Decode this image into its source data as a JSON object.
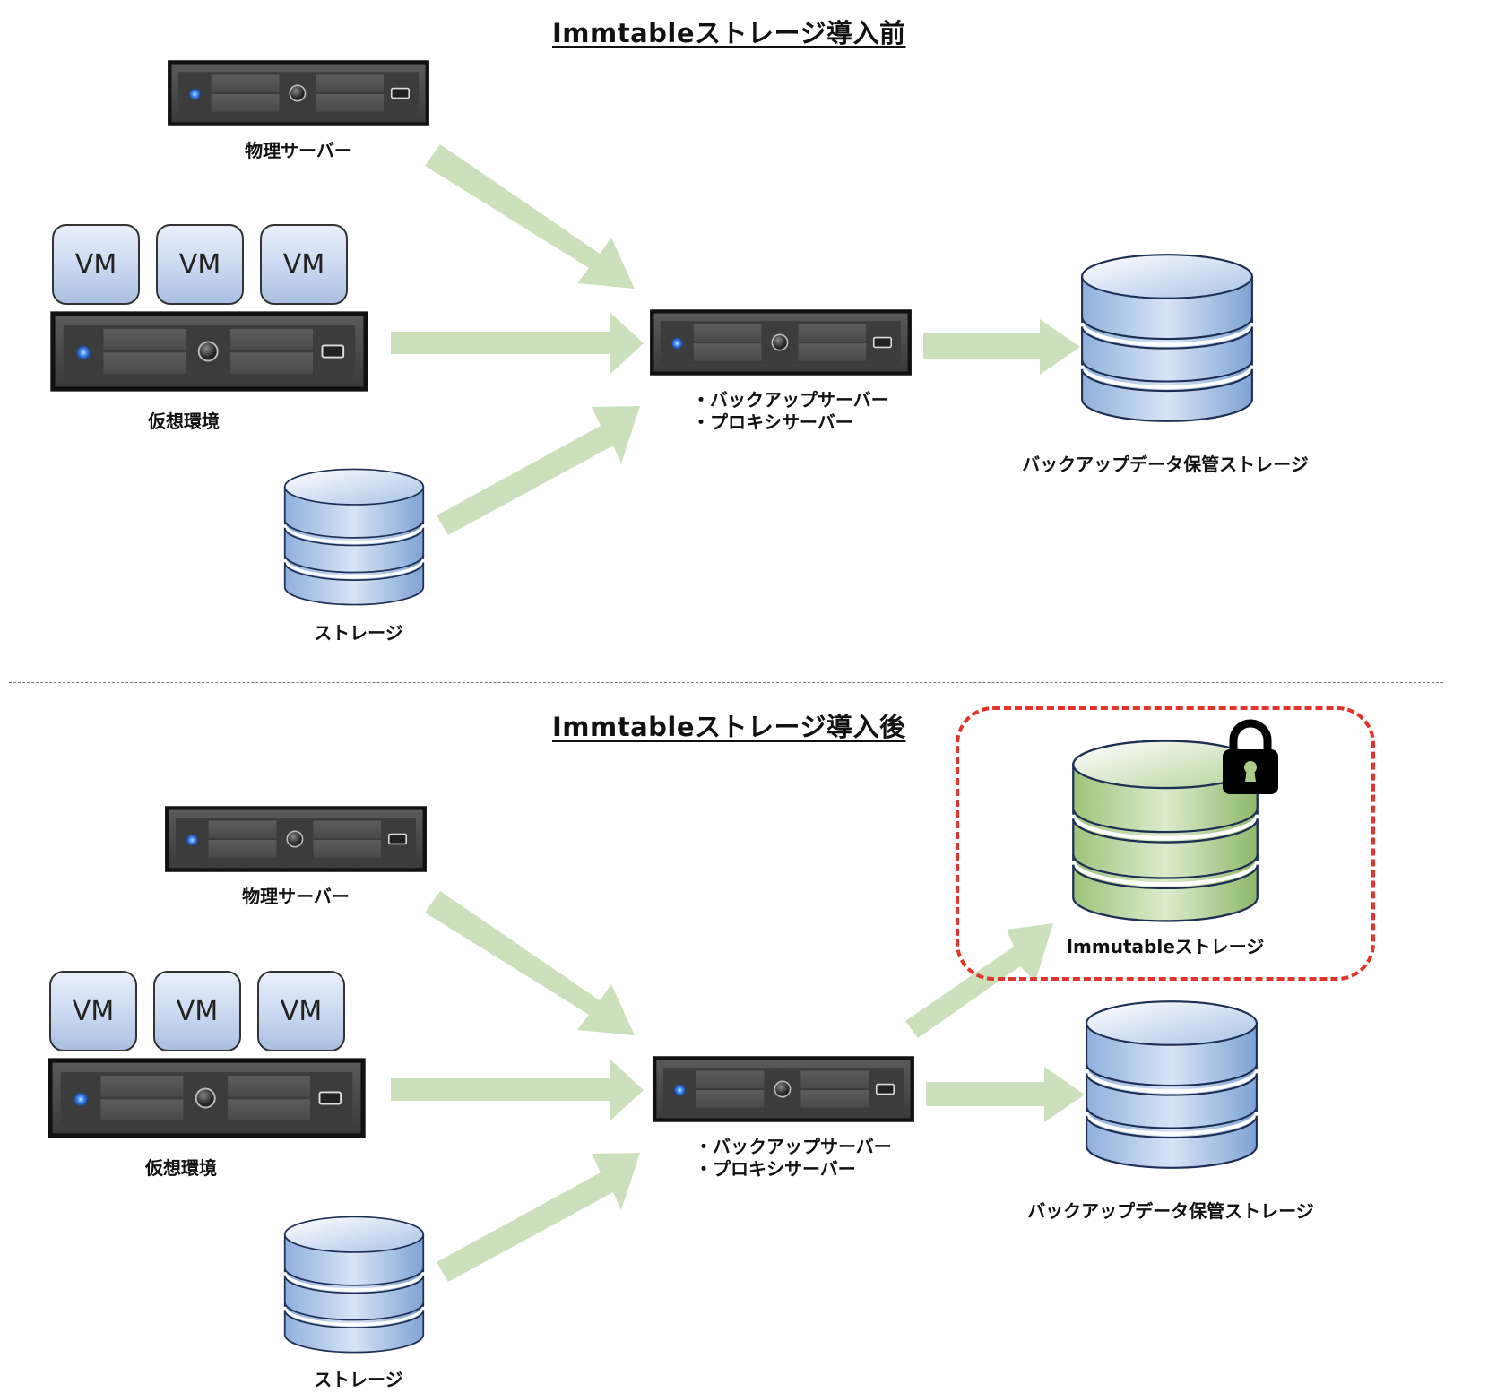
{
  "colors": {
    "arrow": "#cce0bb",
    "db_blue": "#9dbbe3",
    "db_green": "#a9cc88",
    "highlight_dashed": "#e3342b",
    "server_body": "#3b3b3b",
    "led": "#3f8cff"
  },
  "before": {
    "title": "Immtableストレージ導入前",
    "physical_server": {
      "label": "物理サーバー",
      "icon": "server-icon"
    },
    "virtual_env": {
      "label": "仮想環境",
      "vms": [
        "VM",
        "VM",
        "VM"
      ],
      "icon": "server-icon"
    },
    "storage": {
      "label": "ストレージ",
      "icon": "database-icon"
    },
    "backup_server": {
      "lines": [
        "・バックアップサーバー",
        "・プロキシサーバー"
      ],
      "icon": "server-icon"
    },
    "backup_storage": {
      "label": "バックアップデータ保管ストレージ",
      "icon": "database-icon"
    }
  },
  "after": {
    "title": "Immtableストレージ導入後",
    "physical_server": {
      "label": "物理サーバー",
      "icon": "server-icon"
    },
    "virtual_env": {
      "label": "仮想環境",
      "vms": [
        "VM",
        "VM",
        "VM"
      ],
      "icon": "server-icon"
    },
    "storage": {
      "label": "ストレージ",
      "icon": "database-icon"
    },
    "backup_server": {
      "lines": [
        "・バックアップサーバー",
        "・プロキシサーバー"
      ],
      "icon": "server-icon"
    },
    "immutable_storage": {
      "label": "Immutableストレージ",
      "icon": "database-icon",
      "badge": "lock-icon"
    },
    "backup_storage": {
      "label": "バックアップデータ保管ストレージ",
      "icon": "database-icon"
    }
  }
}
